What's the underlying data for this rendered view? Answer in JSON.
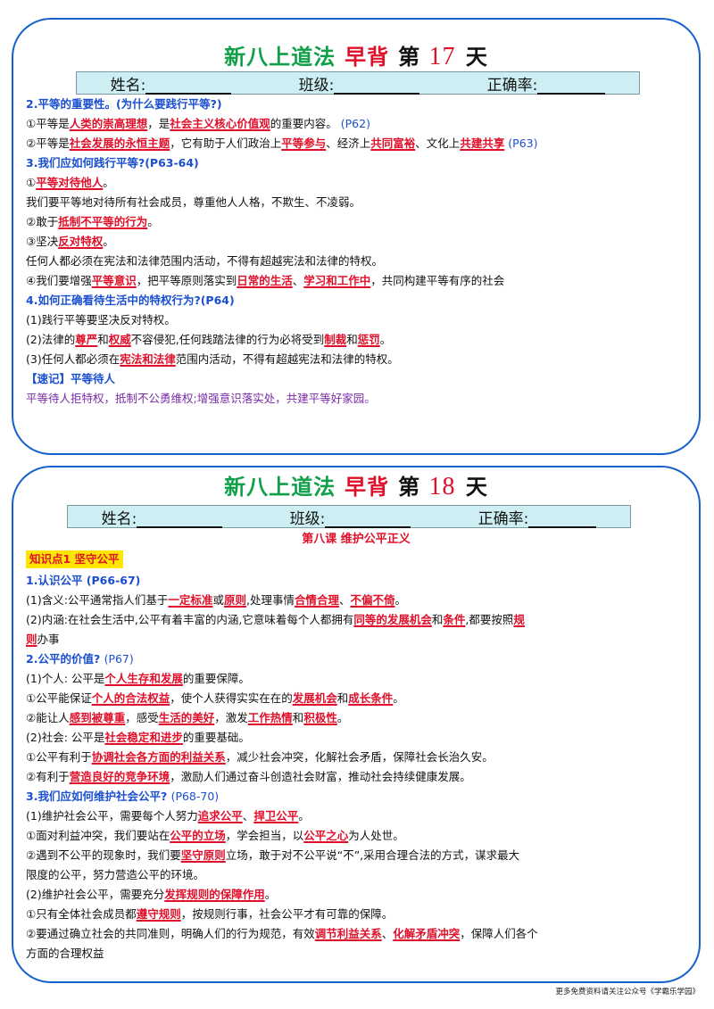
{
  "card1": {
    "title": {
      "a": "新八上道法",
      "b": "早背",
      "c": "第",
      "num": "17",
      "d": "天"
    },
    "name_label": "姓名:",
    "class_label": "班级:",
    "accuracy_label": "正确率:",
    "lines": [
      [
        {
          "t": "2.平等的重要性。(为什么要践行平等?)",
          "s": "h"
        }
      ],
      [
        {
          "t": "①平等是"
        },
        {
          "t": "人类的崇高理想",
          "s": "k"
        },
        {
          "t": "，是"
        },
        {
          "t": "社会主义核心价值观",
          "s": "k"
        },
        {
          "t": "的重要内容。    "
        },
        {
          "t": "(P62)",
          "s": "p"
        }
      ],
      [
        {
          "t": "②平等是"
        },
        {
          "t": "社会发展的永恒主题",
          "s": "k"
        },
        {
          "t": "，它有助于人们政治上"
        },
        {
          "t": "平等参与",
          "s": "k"
        },
        {
          "t": "、经济上"
        },
        {
          "t": "共同富裕",
          "s": "k"
        },
        {
          "t": "、文化上"
        },
        {
          "t": "共建共享",
          "s": "k"
        },
        {
          "t": " (P63)",
          "s": "p"
        }
      ],
      [
        {
          "t": "3.我们应如何践行平等?(P63-64)",
          "s": "h"
        }
      ],
      [
        {
          "t": "①"
        },
        {
          "t": "平等对待他人",
          "s": "k"
        },
        {
          "t": "。"
        }
      ],
      [
        {
          "t": "我们要平等地对待所有社会成员，尊重他人人格，不欺生、不凌弱。"
        }
      ],
      [
        {
          "t": "②敢于"
        },
        {
          "t": "抵制不平等的行为",
          "s": "k"
        },
        {
          "t": "。"
        }
      ],
      [
        {
          "t": "③坚决"
        },
        {
          "t": "反对特权",
          "s": "k"
        },
        {
          "t": "。"
        }
      ],
      [
        {
          "t": "任何人都必须在宪法和法律范围内活动，不得有超越宪法和法律的特权。"
        }
      ],
      [
        {
          "t": "④我们要增强"
        },
        {
          "t": "平等意识",
          "s": "k"
        },
        {
          "t": "，把平等原则落实到"
        },
        {
          "t": "日常的生活",
          "s": "k"
        },
        {
          "t": "、"
        },
        {
          "t": "学习和工作中",
          "s": "k"
        },
        {
          "t": "，共同构建平等有序的社会"
        }
      ],
      [
        {
          "t": "4.如何正确看待生活中的特权行为?(P64)",
          "s": "h"
        }
      ],
      [
        {
          "t": "(1)践行平等要坚决反对特权。"
        }
      ],
      [
        {
          "t": "(2)法律的"
        },
        {
          "t": "尊严",
          "s": "k"
        },
        {
          "t": "和"
        },
        {
          "t": "权威",
          "s": "k"
        },
        {
          "t": "不容侵犯,任何践踏法律的行为必将受到"
        },
        {
          "t": "制裁",
          "s": "k"
        },
        {
          "t": "和"
        },
        {
          "t": "惩罚",
          "s": "k"
        },
        {
          "t": "。"
        }
      ],
      [
        {
          "t": "(3)任何人都必须在"
        },
        {
          "t": "宪法和法律",
          "s": "k"
        },
        {
          "t": "范围内活动，不得有超越宪法和法律的特权。"
        }
      ],
      [
        {
          "t": "【速记】平等待人",
          "s": "recall"
        }
      ],
      [
        {
          "t": "  平等待人拒特权，抵制不公勇维权;增强意识落实处，共建平等好家园。",
          "s": "purple"
        }
      ]
    ]
  },
  "card2": {
    "title": {
      "a": "新八上道法",
      "b": "早背",
      "c": "第",
      "num": "18",
      "d": "天"
    },
    "name_label": "姓名:",
    "class_label": "班级:",
    "accuracy_label": "正确率:",
    "lesson": "第八课 维护公平正义",
    "knowledge_point": "知识点1 坚守公平",
    "lines": [
      [
        {
          "t": "1.认识公平 (P66-67)",
          "s": "h"
        }
      ],
      [
        {
          "t": "(1)含义:公平通常指人们基于"
        },
        {
          "t": "一定标准",
          "s": "k"
        },
        {
          "t": "或"
        },
        {
          "t": "原则",
          "s": "k"
        },
        {
          "t": ",处理事情"
        },
        {
          "t": "合情合理",
          "s": "k"
        },
        {
          "t": "、"
        },
        {
          "t": "不偏不倚",
          "s": "k"
        },
        {
          "t": "。"
        }
      ],
      [
        {
          "t": "(2)内涵:在社会生活中,公平有着丰富的内涵,它意味着每个人都拥有"
        },
        {
          "t": "同等的发展机会",
          "s": "k"
        },
        {
          "t": "和"
        },
        {
          "t": "条件",
          "s": "k"
        },
        {
          "t": ",都要按照"
        },
        {
          "t": "规",
          "s": "k"
        }
      ],
      [
        {
          "t": "则",
          "s": "k"
        },
        {
          "t": "办事"
        }
      ],
      [
        {
          "t": "2.公平的价值? ",
          "s": "h"
        },
        {
          "t": "(P67)",
          "s": "p"
        }
      ],
      [
        {
          "t": "(1)个人: 公平是"
        },
        {
          "t": "个人生存和发展",
          "s": "k"
        },
        {
          "t": "的重要保障。"
        }
      ],
      [
        {
          "t": "①公平能保证"
        },
        {
          "t": "个人的合法权益",
          "s": "k"
        },
        {
          "t": "，使个人获得实实在在的"
        },
        {
          "t": "发展机会",
          "s": "k"
        },
        {
          "t": "和"
        },
        {
          "t": "成长条件",
          "s": "k"
        },
        {
          "t": "。"
        }
      ],
      [
        {
          "t": "②能让人"
        },
        {
          "t": "感到被尊重",
          "s": "k"
        },
        {
          "t": "，感受"
        },
        {
          "t": "生活的美好",
          "s": "k"
        },
        {
          "t": "，激发"
        },
        {
          "t": "工作热情",
          "s": "k"
        },
        {
          "t": "和"
        },
        {
          "t": "积极性",
          "s": "k"
        },
        {
          "t": "。"
        }
      ],
      [
        {
          "t": "(2)社会: 公平是"
        },
        {
          "t": "社会稳定和进步",
          "s": "k"
        },
        {
          "t": "的重要基础。"
        }
      ],
      [
        {
          "t": "①公平有利于"
        },
        {
          "t": "协调社会各方面的利益关系",
          "s": "k"
        },
        {
          "t": "，减少社会冲突，化解社会矛盾，保障社会长治久安。"
        }
      ],
      [
        {
          "t": "②有利于"
        },
        {
          "t": "营造良好的竞争环境",
          "s": "k"
        },
        {
          "t": "，激励人们通过奋斗创造社会财富，推动社会持续健康发展。"
        }
      ],
      [
        {
          "t": "3.我们应如何维护社会公平? ",
          "s": "h"
        },
        {
          "t": "(P68-70)",
          "s": "p"
        }
      ],
      [
        {
          "t": "(1)维护社会公平，需要每个人努力"
        },
        {
          "t": "追求公平",
          "s": "k"
        },
        {
          "t": "、"
        },
        {
          "t": "捍卫公平",
          "s": "k"
        },
        {
          "t": "。"
        }
      ],
      [
        {
          "t": "①面对利益冲突，我们要站在"
        },
        {
          "t": "公平的立场",
          "s": "k"
        },
        {
          "t": "，学会担当，以"
        },
        {
          "t": "公平之心",
          "s": "k"
        },
        {
          "t": "为人处世。"
        }
      ],
      [
        {
          "t": "②遇到不公平的现象时，我们要"
        },
        {
          "t": "坚守原则",
          "s": "k"
        },
        {
          "t": "立场，敢于对不公平说“不”,采用合理合法的方式，谋求最大"
        }
      ],
      [
        {
          "t": "限度的公平，努力营造公平的环境。"
        }
      ],
      [
        {
          "t": "(2)维护社会公平，需要充分"
        },
        {
          "t": "发挥规则的保障作用",
          "s": "k"
        },
        {
          "t": "。"
        }
      ],
      [
        {
          "t": "①只有全体社会成员都"
        },
        {
          "t": "遵守规则",
          "s": "k"
        },
        {
          "t": "，按规则行事，社会公平才有可靠的保障。"
        }
      ],
      [
        {
          "t": "②要通过确立社会的共同准则，明确人们的行为规范，有效"
        },
        {
          "t": "调节利益关系",
          "s": "k"
        },
        {
          "t": "、"
        },
        {
          "t": "化解矛盾冲突",
          "s": "k"
        },
        {
          "t": "，保障人们各个"
        }
      ],
      [
        {
          "t": "  方面的合理权益"
        }
      ]
    ]
  },
  "footer": "更多免费资料请关注公众号《学霸乐学园》"
}
